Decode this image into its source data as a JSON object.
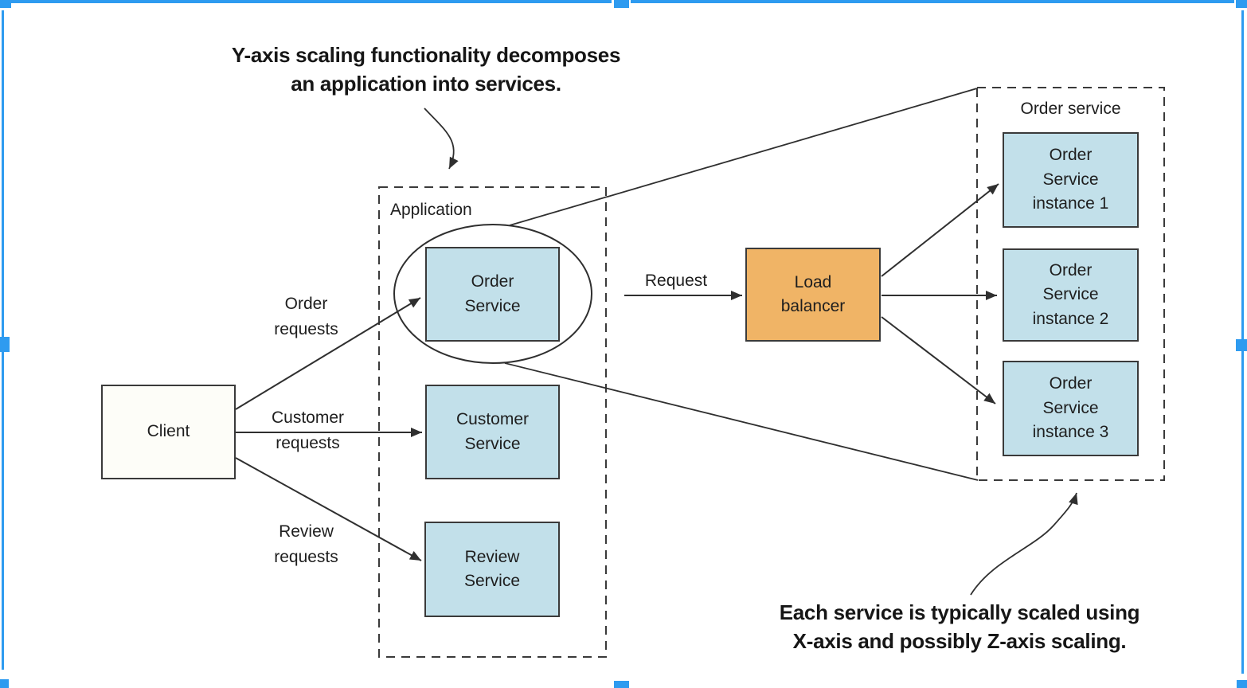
{
  "colors": {
    "frame": "#2e9bf0",
    "service-fill": "#c2e0ea",
    "lb-fill": "#f0b466",
    "client-fill": "#fdfdf8",
    "stroke": "#3a3a3a",
    "line": "#2f2f2f",
    "text": "#1e1e1e",
    "bg": "#ffffff"
  },
  "annotations": {
    "top": "Y-axis scaling functionality decomposes\nan application into services.",
    "bottom": "Each service is typically scaled using\nX-axis and possibly Z-axis scaling."
  },
  "groups": {
    "application": "Application",
    "order_service": "Order service"
  },
  "nodes": {
    "client": "Client",
    "order_service": "Order\nService",
    "customer_service": "Customer\nService",
    "review_service": "Review\nService",
    "load_balancer": "Load\nbalancer",
    "instance1": "Order\nService\ninstance 1",
    "instance2": "Order\nService\ninstance 2",
    "instance3": "Order\nService\ninstance 3"
  },
  "edges": {
    "order_requests": "Order\nrequests",
    "customer_requests": "Customer\nrequests",
    "review_requests": "Review\nrequests",
    "request": "Request"
  }
}
